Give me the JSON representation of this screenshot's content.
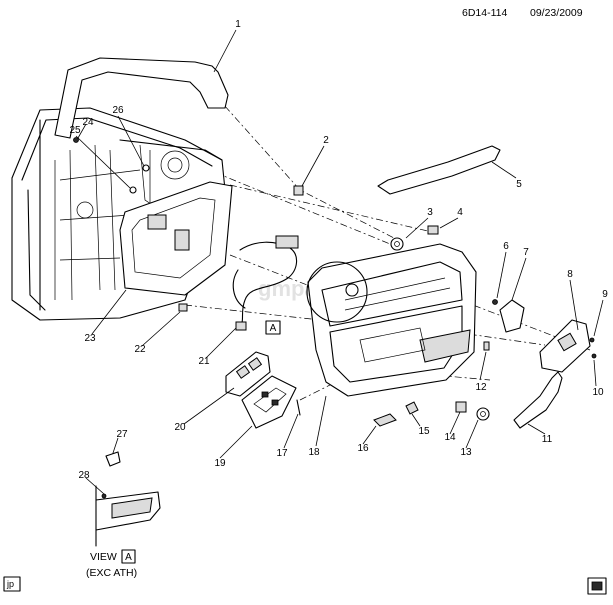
{
  "header": {
    "figure_id": "6D14-114",
    "date": "09/23/2009"
  },
  "callouts": [
    "1",
    "2",
    "3",
    "4",
    "5",
    "6",
    "7",
    "8",
    "9",
    "10",
    "11",
    "12",
    "13",
    "14",
    "15",
    "16",
    "17",
    "18",
    "19",
    "20",
    "21",
    "22",
    "23",
    "24",
    "25",
    "26",
    "27",
    "28"
  ],
  "view_marker": "A",
  "inset": {
    "view_label": "VIEW",
    "view_letter": "A",
    "note": "(EXC ATH)"
  },
  "corner_tags": {
    "bottom_left": "jp"
  },
  "watermark": "gmpartsdepo.ru"
}
